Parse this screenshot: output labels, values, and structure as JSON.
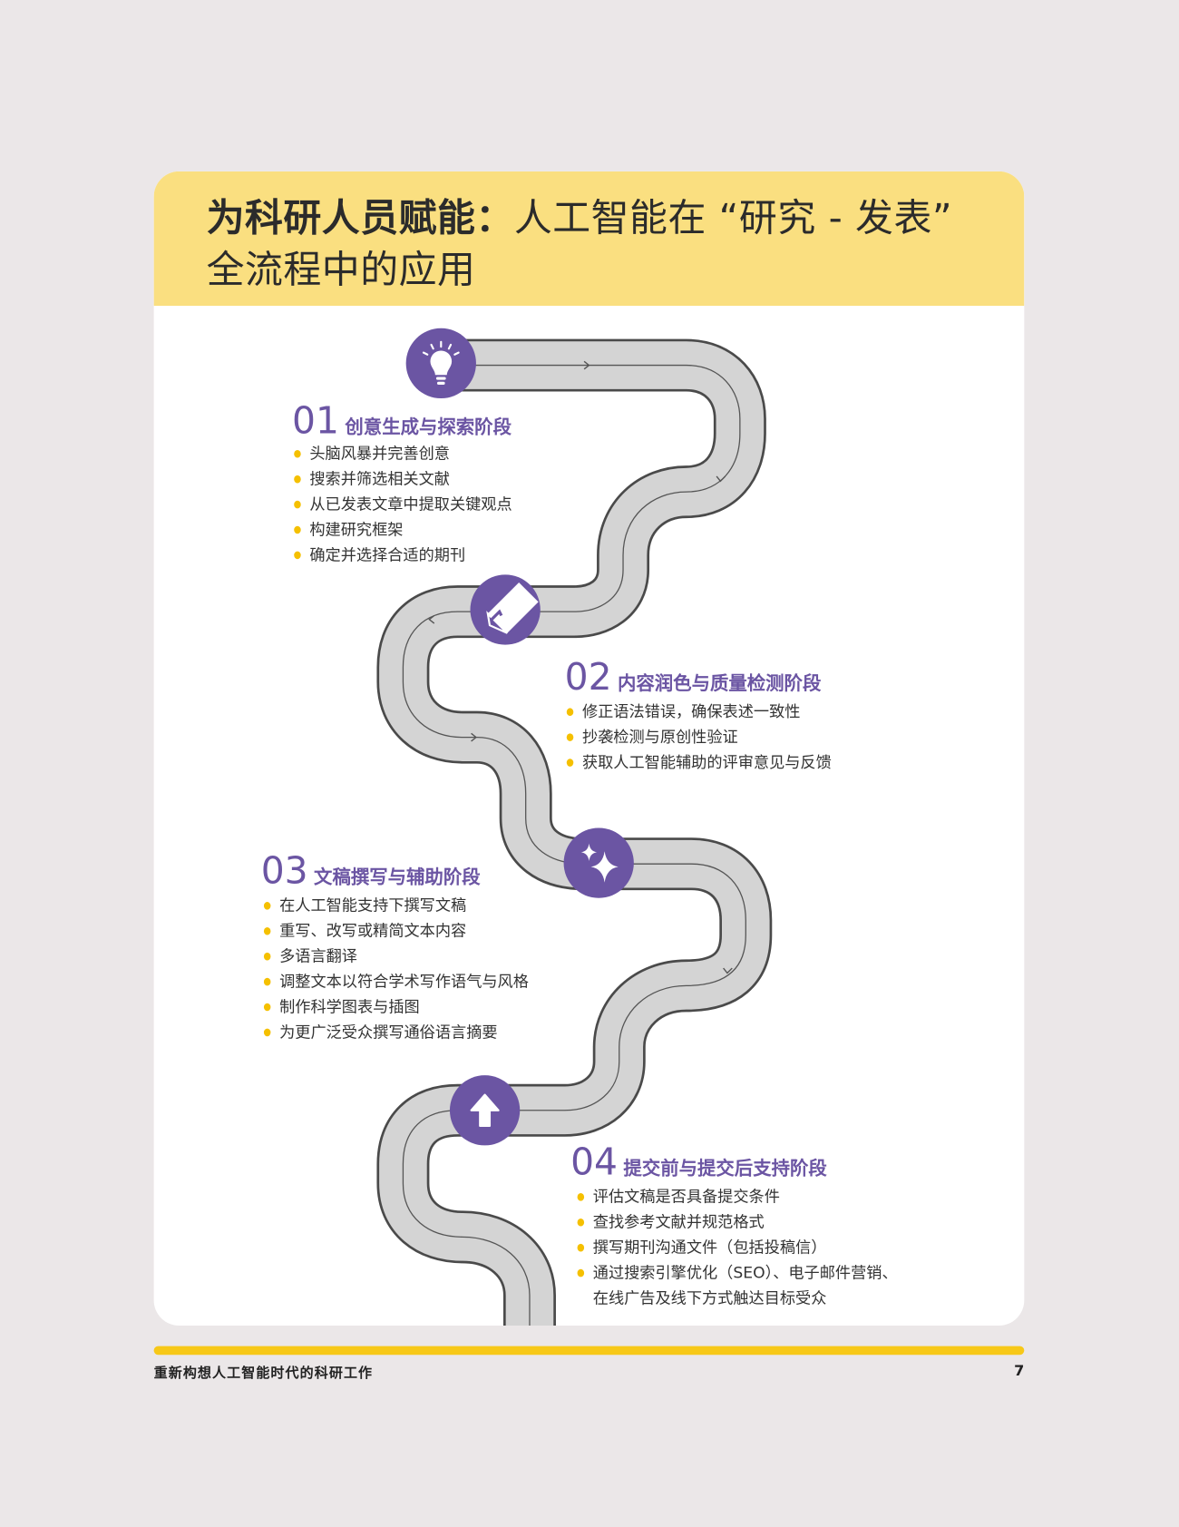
{
  "header": {
    "title_bold": "为科研人员赋能：",
    "title_rest_line1": "人工智能在 “研究 - 发表”",
    "title_line2": "全流程中的应用"
  },
  "colors": {
    "accent": "#6b55a3",
    "header_bg": "#fadf80",
    "bullet": "#f5c000",
    "road": "#d4d4d4",
    "footer_bar": "#f7c818"
  },
  "stages": [
    {
      "number": "01",
      "title": "创意生成与探索阶段",
      "icon": "lightbulb-icon",
      "items": [
        "头脑风暴并完善创意",
        "搜索并筛选相关文献",
        "从已发表文章中提取关键观点",
        "构建研究框架",
        "确定并选择合适的期刊"
      ]
    },
    {
      "number": "02",
      "title": "内容润色与质量检测阶段",
      "icon": "pen-icon",
      "items": [
        "修正语法错误，确保表述一致性",
        "抄袭检测与原创性验证",
        "获取人工智能辅助的评审意见与反馈"
      ]
    },
    {
      "number": "03",
      "title": "文稿撰写与辅助阶段",
      "icon": "sparkle-icon",
      "items": [
        "在人工智能支持下撰写文稿",
        "重写、改写或精简文本内容",
        "多语言翻译",
        "调整文本以符合学术写作语气与风格",
        "制作科学图表与插图",
        "为更广泛受众撰写通俗语言摘要"
      ]
    },
    {
      "number": "04",
      "title": "提交前与提交后支持阶段",
      "icon": "upload-arrow-icon",
      "items": [
        "评估文稿是否具备提交条件",
        "查找参考文献并规范格式",
        "撰写期刊沟通文件（包括投稿信）",
        "通过搜索引擎优化（SEO）、电子邮件营销、",
        "在线广告及线下方式触达目标受众"
      ]
    }
  ],
  "footer": {
    "text": "重新构想人工智能时代的科研工作",
    "page": "7"
  }
}
